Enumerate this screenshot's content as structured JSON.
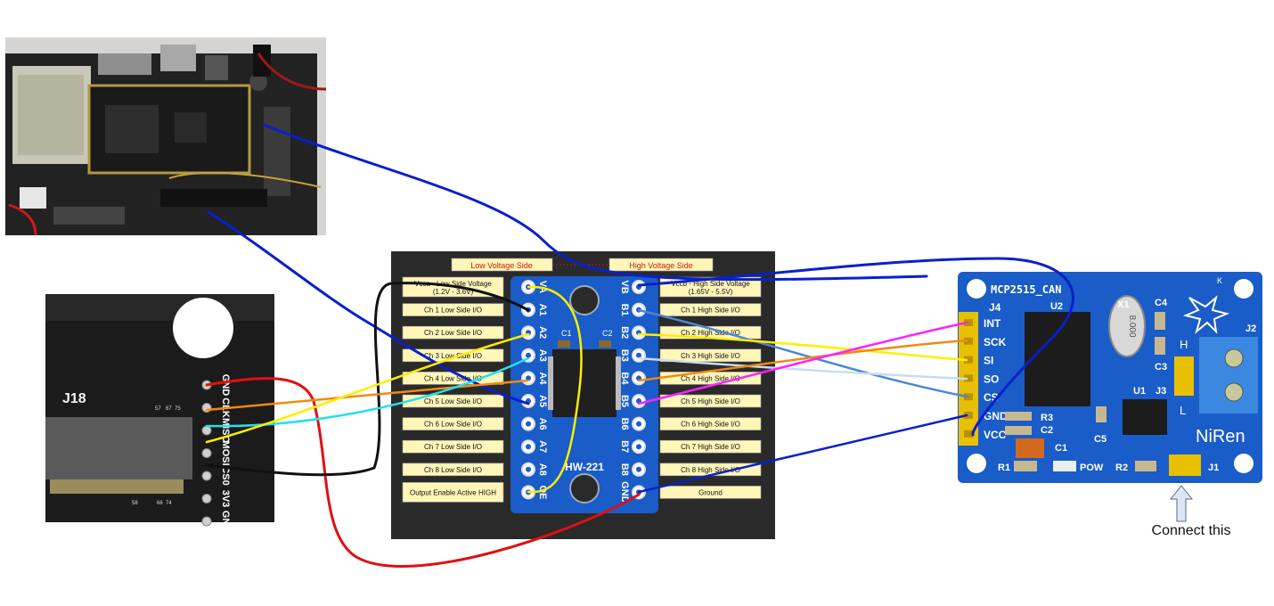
{
  "sbc": {
    "header_label": "J18",
    "pins": [
      "GND",
      "CLK",
      "MISO",
      "MOSI",
      "CS0",
      "3V3",
      "GND"
    ],
    "pin_numbers": [
      "57",
      "67",
      "75",
      "58",
      "66",
      "74"
    ]
  },
  "level_shifter": {
    "low_side_title": "Low Voltage Side",
    "high_side_title": "High Voltage Side",
    "chip_name": "HW-221",
    "cap_labels": [
      "C1",
      "C2"
    ],
    "left_pins": [
      "VA",
      "A1",
      "A2",
      "A3",
      "A4",
      "A5",
      "A6",
      "A7",
      "A8",
      "OE"
    ],
    "right_pins": [
      "VB",
      "B1",
      "B2",
      "B3",
      "B4",
      "B5",
      "B6",
      "B7",
      "B8",
      "GND"
    ],
    "left_labels": [
      "Vcca - Low Side Voltage (1.2V - 3.6V)",
      "Ch 1 Low Side I/O",
      "Ch 2 Low Side I/O",
      "Ch 3 Low Side I/O",
      "Ch 4 Low Side I/O",
      "Ch 5 Low Side I/O",
      "Ch 6 Low Side I/O",
      "Ch 7 Low Side I/O",
      "Ch 8 Low Side I/O",
      "Output Enable Active HIGH"
    ],
    "right_labels": [
      "Vccb - High Side Voltage (1.65V - 5.5V)",
      "Ch 1 High Side I/O",
      "Ch 2 High Side I/O",
      "Ch 3 High Side I/O",
      "Ch 4 High Side I/O",
      "Ch 5 High Side I/O",
      "Ch 6 High Side I/O",
      "Ch 7 High Side I/O",
      "Ch 8 High Side I/O",
      "Ground"
    ]
  },
  "can_module": {
    "title": "MCP2515_CAN",
    "header_label": "J4",
    "pins": [
      "INT",
      "SCK",
      "SI",
      "SO",
      "CS",
      "GND",
      "VCC"
    ],
    "components": [
      "U2",
      "X1",
      "C4",
      "C3",
      "J3",
      "H",
      "L",
      "J2",
      "U1",
      "C5",
      "R3",
      "C2",
      "C1",
      "R1",
      "POW",
      "R2",
      "J1",
      "K"
    ],
    "crystal_text": "8.000",
    "brand": "NiRen",
    "annotation": "Connect this"
  },
  "colors": {
    "blue_wire": "#0a1fcc",
    "red_wire": "#e01010",
    "black_wire": "#111111",
    "yellow_wire": "#ffee00",
    "orange_wire": "#f08a10",
    "cyan_wire": "#22e0f0",
    "magenta_wire": "#ff22ff",
    "light_blue_wire": "#4a86d8",
    "pale_blue_wire": "#c8dcf0",
    "pcb_blue": "#1a5cc8",
    "label_bg": "#fff6b8",
    "title_red": "#d01818"
  }
}
